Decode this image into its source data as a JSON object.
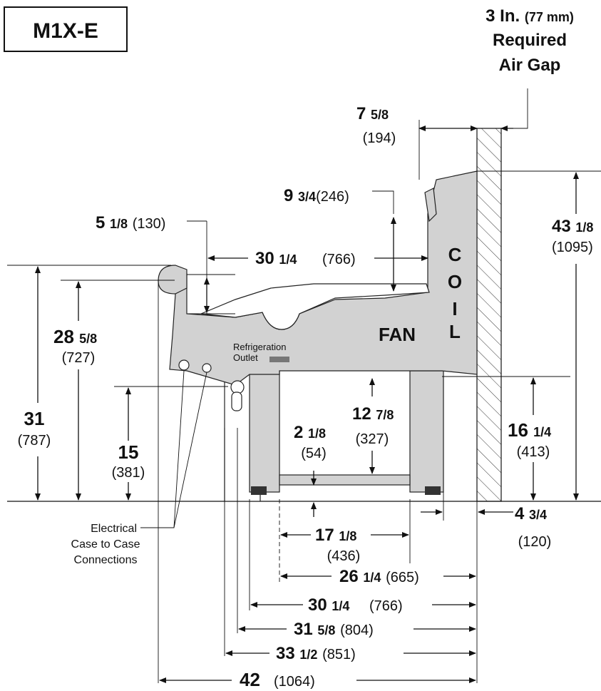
{
  "model": "M1X-E",
  "air_gap": {
    "value": "3 In.",
    "metric": "(77 mm)",
    "line2": "Required",
    "line3": "Air Gap"
  },
  "case_labels": {
    "coil": [
      "C",
      "O",
      "I",
      "L"
    ],
    "fan": "FAN",
    "refrigeration_line1": "Refrigeration",
    "refrigeration_line2": "Outlet"
  },
  "electrical": [
    "Electrical",
    "Case to Case",
    "Connections"
  ],
  "dims": {
    "d7_5_8": {
      "whole": "7",
      "frac": "5/8",
      "metric": "(194)"
    },
    "d9_3_4": {
      "whole": "9",
      "frac": "3/4",
      "metric": "(246)"
    },
    "d5_1_8": {
      "whole": "5",
      "frac": "1/8",
      "metric": "(130)"
    },
    "d30_1_4_top": {
      "whole": "30",
      "frac": "1/4",
      "metric": "(766)"
    },
    "d43_1_8": {
      "whole": "43",
      "frac": "1/8",
      "metric": "(1095)"
    },
    "d28_5_8": {
      "whole": "28",
      "frac": "5/8",
      "metric": "(727)"
    },
    "d31": {
      "whole": "31",
      "metric": "(787)"
    },
    "d15": {
      "whole": "15",
      "metric": "(381)"
    },
    "d2_1_8": {
      "whole": "2",
      "frac": "1/8",
      "metric": "(54)"
    },
    "d12_7_8": {
      "whole": "12",
      "frac": "7/8",
      "metric": "(327)"
    },
    "d16_1_4": {
      "whole": "16",
      "frac": "1/4",
      "metric": "(413)"
    },
    "d4_3_4": {
      "whole": "4",
      "frac": "3/4",
      "metric": "(120)"
    },
    "d17_1_8": {
      "whole": "17",
      "frac": "1/8",
      "metric": "(436)"
    },
    "d26_1_4": {
      "whole": "26",
      "frac": "1/4",
      "metric": "(665)"
    },
    "d30_1_4_bot": {
      "whole": "30",
      "frac": "1/4",
      "metric": "(766)"
    },
    "d31_5_8": {
      "whole": "31",
      "frac": "5/8",
      "metric": "(804)"
    },
    "d33_1_2": {
      "whole": "33",
      "frac": "1/2",
      "metric": "(851)"
    },
    "d42": {
      "whole": "42",
      "metric": "(1064)"
    }
  }
}
